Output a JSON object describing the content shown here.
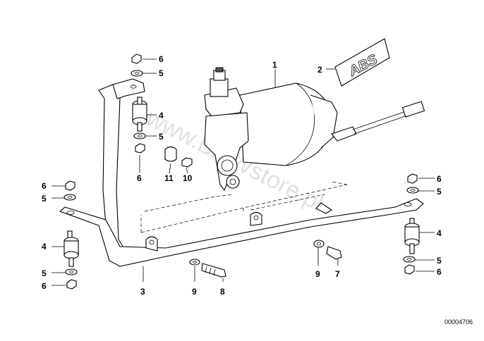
{
  "diagram": {
    "figure_number": "00004706",
    "watermark": "www.BMWstore.pl",
    "badge_text": "ABS",
    "callouts": {
      "pressure_switch": "1",
      "abs_badge": "2",
      "bracket": "3",
      "rubber_mount_top": "4",
      "washer_top_a": "5",
      "washer_top_b": "5",
      "nut_top_a": "6",
      "nut_top_b": "6",
      "sleeve": "11",
      "nut_small": "10",
      "nut_left": "6",
      "washer_left": "5",
      "rubber_mount_left": "4",
      "washer_left_low": "5",
      "nut_left_low": "6",
      "nut_right": "6",
      "washer_right": "5",
      "rubber_mount_right": "4",
      "washer_right_low": "5",
      "nut_right_low": "6",
      "washer_bolt_left": "9",
      "bolt_left": "8",
      "washer_bolt_right": "9",
      "bolt_right": "7"
    }
  }
}
